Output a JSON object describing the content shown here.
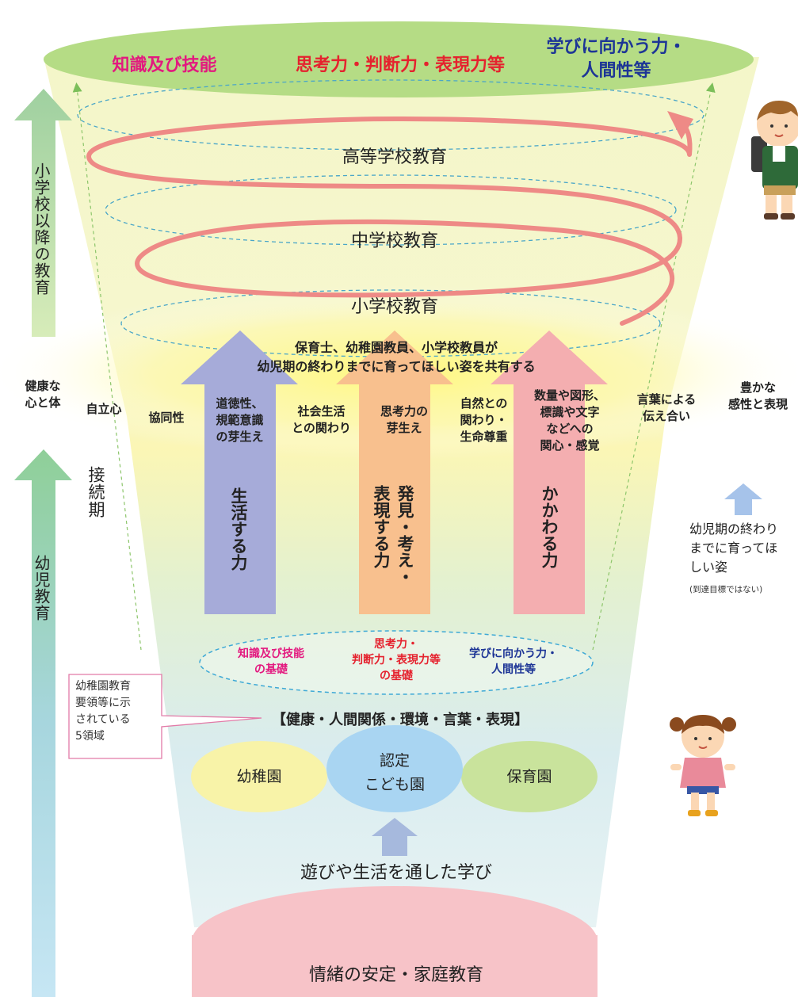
{
  "top_goals": {
    "knowledge": "知識及び技能",
    "thinking": "思考力・判断力・表現力等",
    "learning_line1": "学びに向かう力・",
    "learning_line2": "人間性等"
  },
  "schools": {
    "high": "高等学校教育",
    "middle": "中学校教育",
    "elementary": "小学校教育"
  },
  "left_axis": {
    "upper": "小学校以降の教育",
    "lower": "幼児教育",
    "transition": "接続期"
  },
  "shared_text": {
    "line1": "保育士、幼稚園教員、小学校教員が",
    "line2": "幼児期の終わりまでに育ってほしい姿を共有する"
  },
  "ten_figures": {
    "health": [
      "健康な",
      "心と体"
    ],
    "independence": [
      "自立心"
    ],
    "cooperation": [
      "協同性"
    ],
    "morality": [
      "道徳性、",
      "規範意識",
      "の芽生え"
    ],
    "social": [
      "社会生活",
      "との関わり"
    ],
    "thinking": [
      "思考力の",
      "芽生え"
    ],
    "nature": [
      "自然との",
      "関わり・",
      "生命尊重"
    ],
    "numbers": [
      "数量や図形、",
      "標識や文字",
      "などへの",
      "関心・感覚"
    ],
    "language": [
      "言葉による",
      "伝え合い"
    ],
    "expression": [
      "豊かな",
      "感性と表現"
    ]
  },
  "arrows": {
    "living": "生活する力",
    "discover": [
      "発見・考え・",
      "表現する力"
    ],
    "relate": "かかわる力"
  },
  "colors": {
    "arrow_blue": "#a6abd9",
    "arrow_orange": "#f8c08e",
    "arrow_pink": "#f4aeb0",
    "spiral": "#ee8a86",
    "magenta": "#e3197f",
    "red": "#e5222e",
    "navy": "#1d3596",
    "oval_yellow": "#f8f3a8",
    "oval_blue": "#a9d5f2",
    "oval_green": "#c9e39c",
    "oval_pink": "#f7c3c8",
    "top_green": "#b5dc85"
  },
  "foundation": {
    "knowledge": [
      "知識及び技能",
      "の基礎"
    ],
    "thinking": [
      "思考力・",
      "判断力・表現力等",
      "の基礎"
    ],
    "learning": [
      "学びに向かう力・",
      "人間性等"
    ]
  },
  "domains_note": [
    "幼稚園教育",
    "要領等に示",
    "されている",
    "5領域"
  ],
  "domains": "【健康・人間関係・環境・言葉・表現】",
  "facilities": {
    "kindergarten": "幼稚園",
    "certified": [
      "認定",
      "こども園"
    ],
    "nursery": "保育園"
  },
  "learning_through_play": "遊びや生活を通した学び",
  "base": "情緒の安定・家庭教育",
  "right_note": {
    "lines": [
      "幼児期の終わり",
      "までに育ってほ",
      "しい姿"
    ],
    "sub": "(到達目標ではない)"
  }
}
